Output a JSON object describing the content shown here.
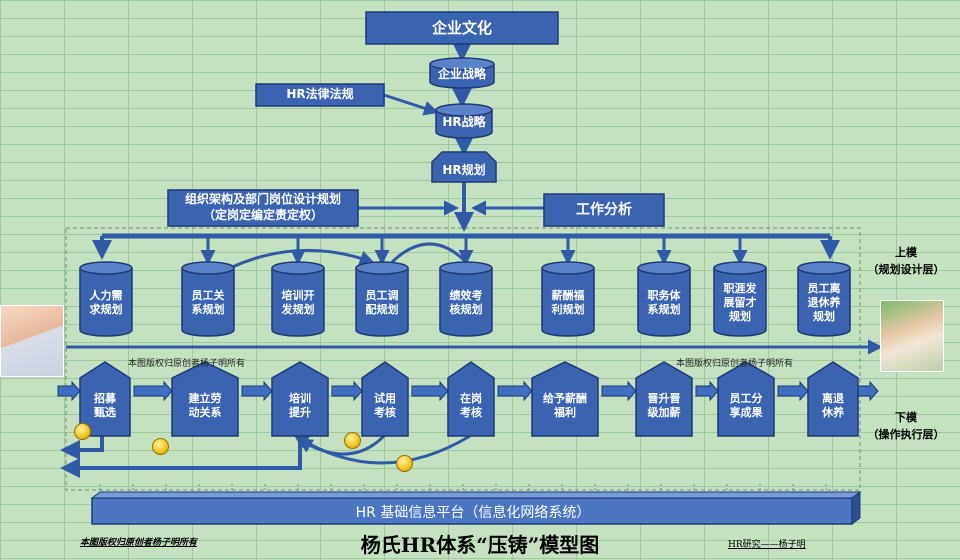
{
  "top": {
    "culture": "企业文化",
    "strategy": "企业战略",
    "law": "HR法律法规",
    "hr_strategy": "HR战略",
    "hr_planning": "HR规划",
    "org_design_line1": "组织架构及部门岗位设计规划",
    "org_design_line2": "（定岗定编定责定权）",
    "job_analysis": "工作分析"
  },
  "upper_items": [
    {
      "l1": "人力需",
      "l2": "求规划"
    },
    {
      "l1": "员工关",
      "l2": "系规划"
    },
    {
      "l1": "培训开",
      "l2": "发规划"
    },
    {
      "l1": "员工调",
      "l2": "配规划"
    },
    {
      "l1": "绩效考",
      "l2": "核规划"
    },
    {
      "l1": "薪酬福",
      "l2": "利规划"
    },
    {
      "l1": "职务体",
      "l2": "系规划"
    },
    {
      "l1": "职涯发",
      "l2": "展留才",
      "l3": "规划"
    },
    {
      "l1": "员工离",
      "l2": "退休养",
      "l3": "规划"
    }
  ],
  "lower_items": [
    {
      "l1": "招募",
      "l2": "甄选"
    },
    {
      "l1": "建立劳",
      "l2": "动关系"
    },
    {
      "l1": "培训",
      "l2": "提升"
    },
    {
      "l1": "试用",
      "l2": "考核"
    },
    {
      "l1": "在岗",
      "l2": "考核"
    },
    {
      "l1": "给予薪酬",
      "l2": "福利"
    },
    {
      "l1": "晋升晋",
      "l2": "级加薪"
    },
    {
      "l1": "员工分",
      "l2": "享成果"
    },
    {
      "l1": "离退",
      "l2": "休养"
    }
  ],
  "layers": {
    "upper_l1": "上模",
    "upper_l2": "（规划设计层）",
    "lower_l1": "下模",
    "lower_l2": "（操作执行层）"
  },
  "copyright_left_mid": "本图版权归原创者杨子明所有",
  "copyright_right_mid": "本图版权归原创者杨子明所有",
  "platform": "HR 基础信息平台（信息化网络系统）",
  "footer": {
    "copyright": "本图版权归原创者杨子明所有",
    "title": "杨氏HR体系“压铸”模型图",
    "author": "HR研究——杨子明"
  },
  "colors": {
    "box_fill": "#3a64b0",
    "box_stroke": "#1d3a78",
    "background": "#c5e2c0"
  }
}
